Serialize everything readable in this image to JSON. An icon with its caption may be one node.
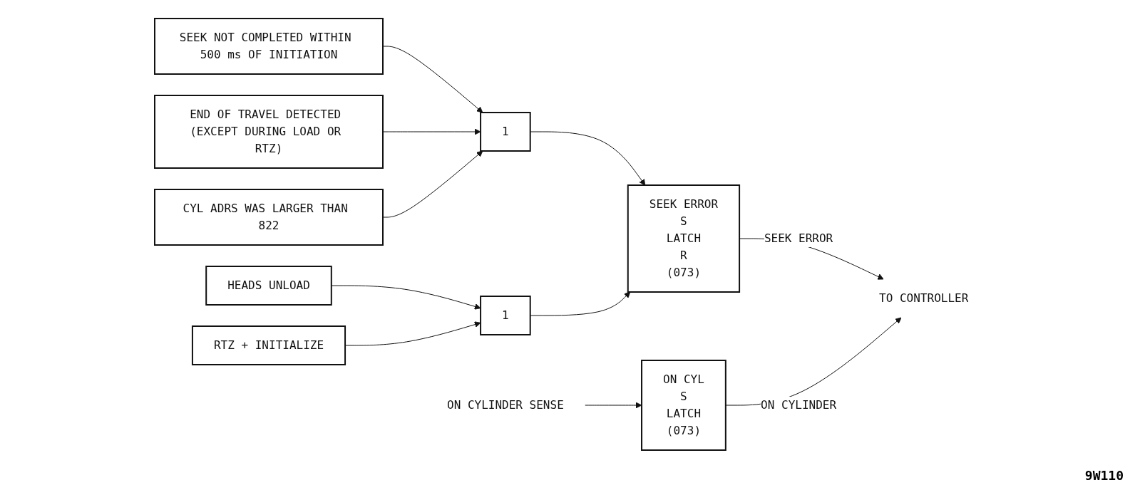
{
  "diagram": {
    "nodes": [
      {
        "text": [
          "SEEK NOT COMPLETED WITHIN 500 ms OF INITIATION"
        ]
      },
      {
        "text": [
          "END OF TRAVEL DETECTED (EXCEPT DURING LOAD OR RTZ)"
        ]
      },
      {
        "text": [
          "CYL ADRS WAS LARGER THAN 822"
        ]
      },
      {
        "text": [
          "1"
        ]
      },
      {
        "text": [
          "SEEK ERROR",
          "S",
          "LATCH",
          "R",
          "(073)"
        ]
      },
      {
        "text": [
          "HEADS UNLOAD"
        ]
      },
      {
        "text": [
          "RTZ + INITIALIZE"
        ]
      },
      {
        "text": [
          "1"
        ]
      },
      {
        "text": [
          "ON CYL",
          "S",
          "LATCH",
          "(073)"
        ]
      },
      {
        "text": [
          "ON CYLINDER SENSE"
        ]
      },
      {
        "text": [
          "TO CONTROLLER"
        ]
      }
    ],
    "edges": [
      {
        "from": 0,
        "to": 3,
        "arrow": "to"
      },
      {
        "from": 1,
        "to": 3,
        "arrow": "to"
      },
      {
        "from": 2,
        "to": 3,
        "arrow": "to"
      },
      {
        "from": 3,
        "to": 4,
        "arrow": "to"
      },
      {
        "from": 7,
        "to": 4,
        "arrow": "to"
      },
      {
        "from": 5,
        "to": 7,
        "arrow": "to"
      },
      {
        "from": 6,
        "to": 7,
        "arrow": "to"
      },
      {
        "from": 9,
        "to": 8,
        "arrow": "to"
      },
      {
        "from": 4,
        "to": 10,
        "arrow": "to",
        "label": "SEEK ERROR"
      },
      {
        "from": 8,
        "to": 10,
        "arrow": "to",
        "label": "ON CYLINDER"
      }
    ],
    "labels": [
      "9W110"
    ]
  }
}
